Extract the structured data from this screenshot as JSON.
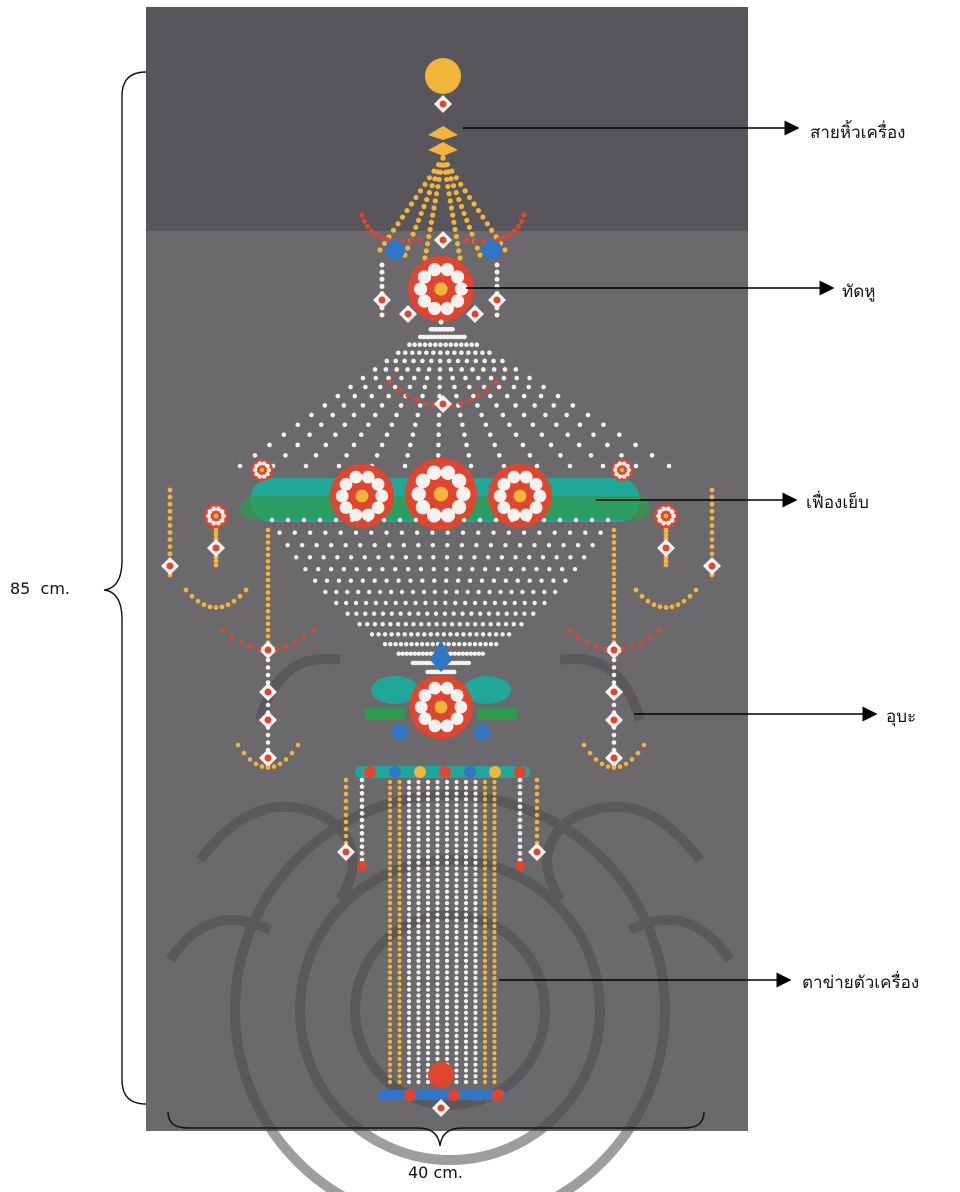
{
  "labels": {
    "sai_hiw": "สายหิ้วเครื่อง",
    "tad_hu": "ทัดหู",
    "fueang_yeb": "เฟื่องเย็บ",
    "u_ba": "อุบะ",
    "ta_khai": "ตาข่ายตัวเครื่อง"
  },
  "dimensions": {
    "height": "85  cm.",
    "width": "40 cm."
  },
  "colors": {
    "panel_top": "#58565a",
    "panel_main": "#6b696c",
    "watermark": "#4d4b4e",
    "white_bead": "#f4f2ee",
    "yellow_bead": "#f2b43a",
    "red": "#e0452f",
    "blue": "#2f76c6",
    "teal": "#1fa79a",
    "green": "#2f9a4e"
  }
}
